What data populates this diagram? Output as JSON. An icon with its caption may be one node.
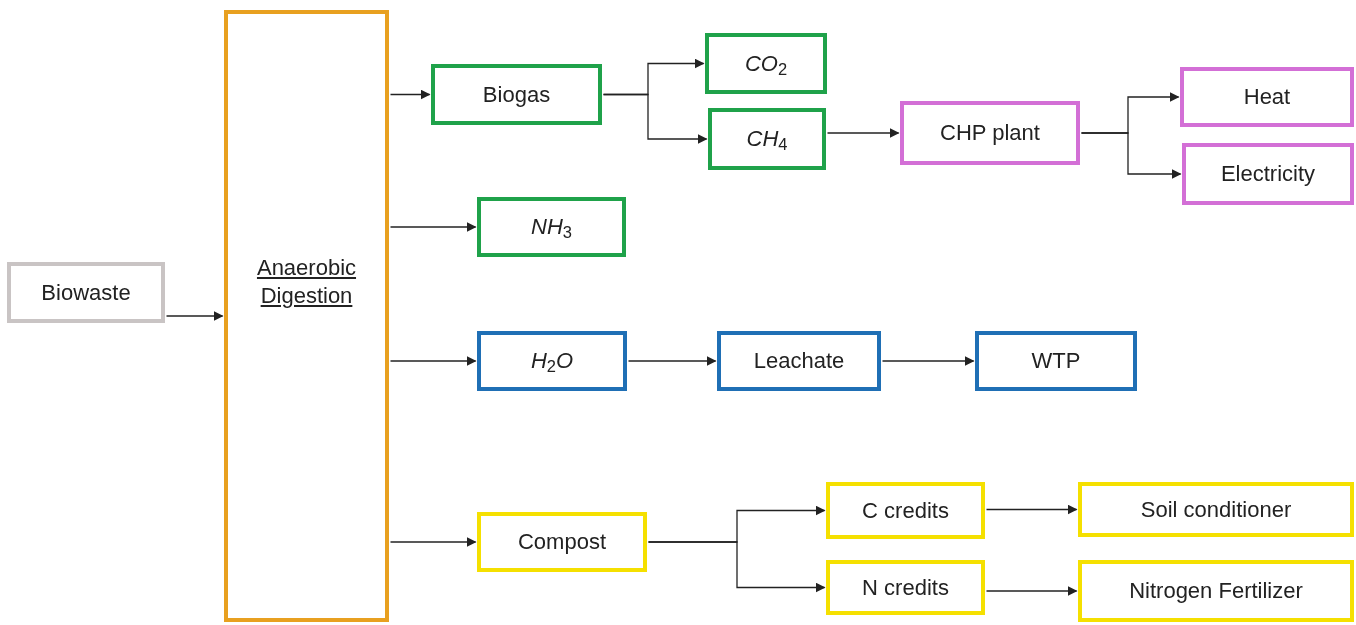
{
  "diagram": {
    "nodes": [
      {
        "text": [
          "Biowaste"
        ]
      },
      {
        "text": [
          "Anaerobic Digestion"
        ]
      },
      {
        "text": [
          "Biogas"
        ]
      },
      {
        "text": [
          "*CO*$_{2}$"
        ]
      },
      {
        "text": [
          "*CH*$_{4}$"
        ]
      },
      {
        "text": [
          "CHP plant"
        ]
      },
      {
        "text": [
          "Heat"
        ]
      },
      {
        "text": [
          "Electricity"
        ]
      },
      {
        "text": [
          "*NH*$_{3}$"
        ]
      },
      {
        "text": [
          "*H*$_{2}$*O*"
        ]
      },
      {
        "text": [
          "Leachate"
        ]
      },
      {
        "text": [
          "WTP"
        ]
      },
      {
        "text": [
          "Compost"
        ]
      },
      {
        "text": [
          "C credits"
        ]
      },
      {
        "text": [
          "Soil conditioner"
        ]
      },
      {
        "text": [
          "N credits"
        ]
      },
      {
        "text": [
          "Nitrogen Fertilizer"
        ]
      }
    ],
    "edges": [
      {
        "from": 0,
        "to": 1,
        "arrow": "to"
      },
      {
        "from": 1,
        "to": 2,
        "arrow": "to"
      },
      {
        "from": 2,
        "to": 3,
        "arrow": "to"
      },
      {
        "from": 2,
        "to": 4,
        "arrow": "to"
      },
      {
        "from": 4,
        "to": 5,
        "arrow": "to"
      },
      {
        "from": 5,
        "to": 6,
        "arrow": "to"
      },
      {
        "from": 5,
        "to": 7,
        "arrow": "to"
      },
      {
        "from": 1,
        "to": 8,
        "arrow": "to"
      },
      {
        "from": 1,
        "to": 9,
        "arrow": "to"
      },
      {
        "from": 9,
        "to": 10,
        "arrow": "to"
      },
      {
        "from": 10,
        "to": 11,
        "arrow": "to"
      },
      {
        "from": 1,
        "to": 12,
        "arrow": "to"
      },
      {
        "from": 12,
        "to": 13,
        "arrow": "to"
      },
      {
        "from": 12,
        "to": 15,
        "arrow": "to"
      },
      {
        "from": 13,
        "to": 14,
        "arrow": "to"
      },
      {
        "from": 15,
        "to": 16,
        "arrow": "to"
      }
    ]
  }
}
